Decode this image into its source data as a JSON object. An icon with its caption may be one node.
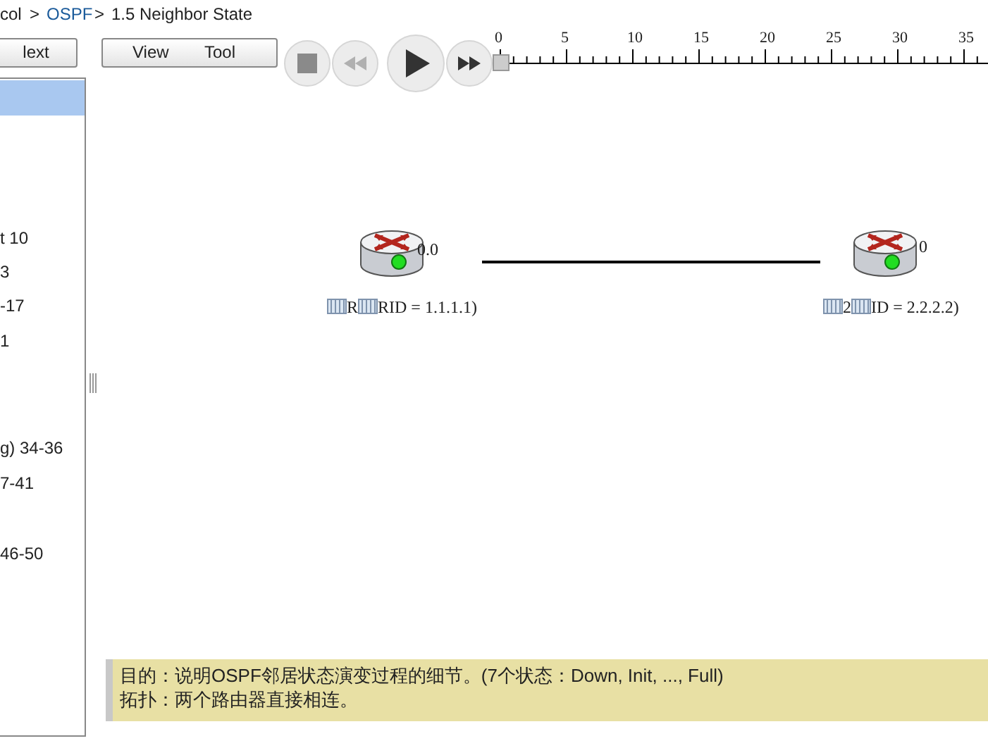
{
  "diagram": {
    "nodes": [
      {
        "text": [
          "0.0",
          "R",
          "RID = 1.1.1.1)"
        ]
      },
      {
        "text": [
          "0",
          "2",
          "ID = 2.2.2.2)"
        ]
      }
    ],
    "edges": [
      {
        "from": 0,
        "to": 1,
        "arrow": "none"
      }
    ],
    "labels": [
      "col",
      ">",
      "OSPF",
      ">",
      "1.5 Neighbor State",
      "lext",
      "View",
      "Tool",
      "0",
      "5",
      "10",
      "15",
      "20",
      "25",
      "30",
      "35",
      "t 10",
      "3",
      "-17",
      "1",
      "g) 34-36",
      "7-41",
      "46-50",
      "目的：说明OSPF邻居状态演变过程的细节。(7个状态：Down, Init, ..., Full)",
      "拓扑：两个路由器直接相连。"
    ]
  }
}
